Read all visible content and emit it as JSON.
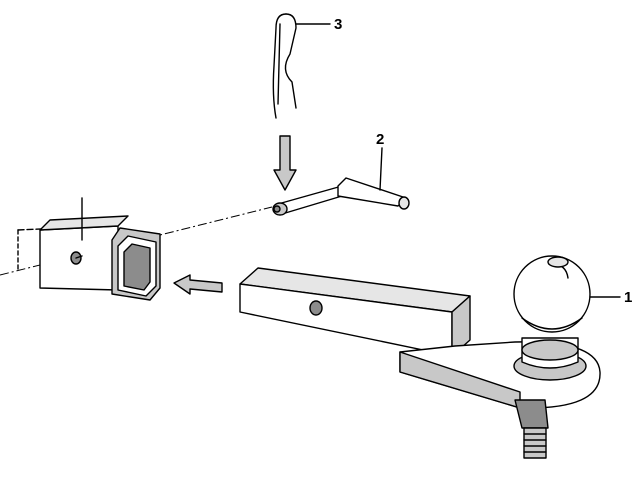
{
  "callouts": {
    "ball_mount": "1",
    "hitch_pin": "2",
    "retaining_clip": "3"
  },
  "colors": {
    "ink": "#000000",
    "background": "#ffffff",
    "shade_light": "#e6e6e6",
    "shade_mid": "#c8c8c8",
    "shade_dark": "#8c8c8c"
  },
  "icons": {
    "insert_arrow": "arrow-left-icon",
    "drop_arrow": "arrow-down-icon"
  }
}
